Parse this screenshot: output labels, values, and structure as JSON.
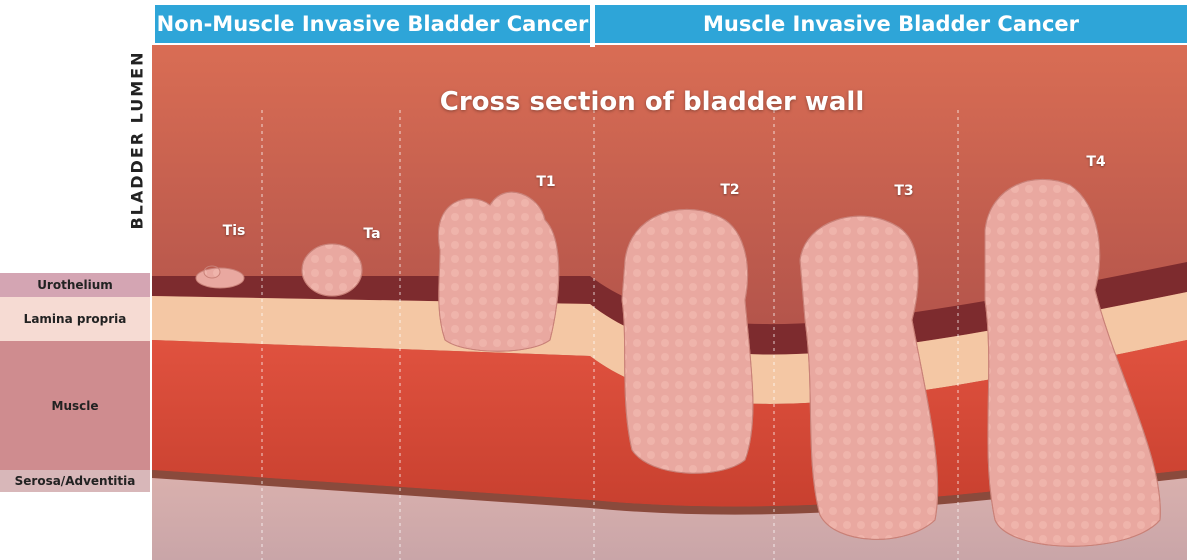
{
  "banners": {
    "non_muscle": "Non-Muscle Invasive Bladder Cancer",
    "muscle": "Muscle Invasive Bladder Cancer"
  },
  "lumen_label": "BLADDER LUMEN",
  "title": "Cross section of bladder wall",
  "layers": [
    {
      "name": "Urothelium",
      "color": "#d4a5b3"
    },
    {
      "name": "Lamina propria",
      "color": "#f6dbd3"
    },
    {
      "name": "Muscle",
      "color": "#cf8c8f"
    },
    {
      "name": "Serosa/Adventitia",
      "color": "#d8b7b9"
    }
  ],
  "stages": [
    "Tis",
    "Ta",
    "T1",
    "T2",
    "T3",
    "T4"
  ],
  "colors": {
    "banner": "#2ea5d8",
    "lumen_top": "#d96d54",
    "lumen_bottom": "#8f3a38",
    "urothelium": "#7d2b2e",
    "lamina": "#f4c7a4",
    "muscle": "#d6493a",
    "serosa": "#c79a98",
    "tumor": "#e9a8a0"
  }
}
